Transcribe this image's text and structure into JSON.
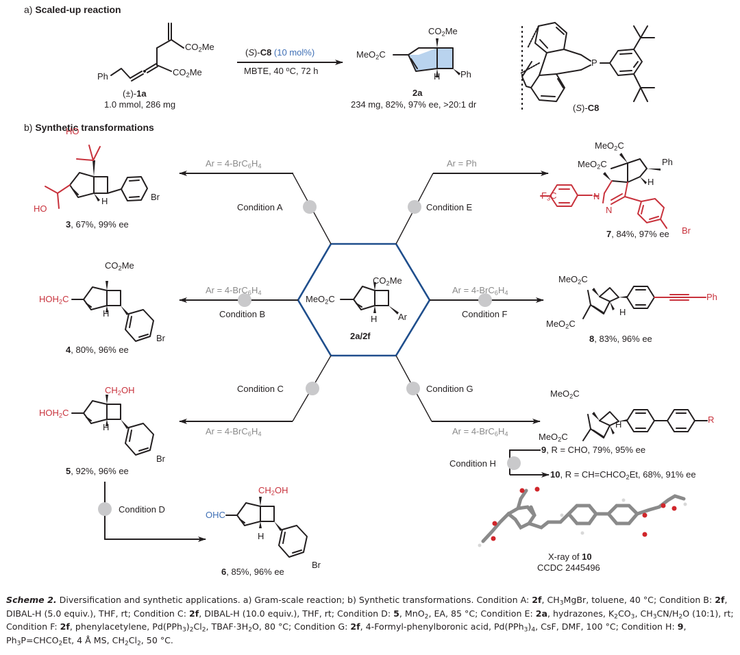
{
  "section_a": {
    "prefix": "a)",
    "title": "Scaled-up reaction",
    "substrate": {
      "name_prefix": "(±)-",
      "name_bold": "1a",
      "amount": "1.0 mmol, 286 mg",
      "groups": [
        "CO2Me",
        "CO2Me",
        "Ph"
      ]
    },
    "catalyst_line": {
      "pre": "(",
      "italic": "S",
      "mid": ")-",
      "bold": "C8",
      "colored": " (10 mol%)"
    },
    "conditions_line": "MBTE, 40 °C, 72 h",
    "product": {
      "name": "2a",
      "result": "234 mg, 82%, 97% ee, >20:1 dr",
      "groups": [
        "CO2Me",
        "MeO2C",
        "H",
        "Ph"
      ]
    },
    "ligand": {
      "pre": "(",
      "italic": "S",
      "mid": ")-",
      "bold": "C8",
      "atom": "P"
    }
  },
  "section_b": {
    "prefix": "b)",
    "title": "Synthetic transformations",
    "hub": {
      "name": "2a/2f",
      "groups": [
        "CO2Me",
        "MeO2C",
        "H",
        "Ar"
      ]
    },
    "branches": [
      {
        "id": "A",
        "label": "Condition A",
        "ar": "Ar = 4-BrC6H4"
      },
      {
        "id": "B",
        "label": "Condition B",
        "ar": "Ar = 4-BrC6H4"
      },
      {
        "id": "C",
        "label": "Condition C",
        "ar": "Ar = 4-BrC6H4"
      },
      {
        "id": "D",
        "label": "Condition D"
      },
      {
        "id": "E",
        "label": "Condition E",
        "ar": "Ar = Ph"
      },
      {
        "id": "F",
        "label": "Condition F",
        "ar": "Ar = 4-BrC6H4"
      },
      {
        "id": "G",
        "label": "Condition G",
        "ar": "Ar = 4-BrC6H4"
      },
      {
        "id": "H",
        "label": "Condition H"
      }
    ],
    "products": [
      {
        "num": "3",
        "result": ", 67%, 99% ee",
        "groups": [
          "HO",
          "HO",
          "H",
          "Br"
        ]
      },
      {
        "num": "4",
        "result": ", 80%, 96% ee",
        "groups": [
          "CO2Me",
          "HOH2C",
          "H",
          "Br"
        ]
      },
      {
        "num": "5",
        "result": ", 92%, 96% ee",
        "groups": [
          "CH2OH",
          "HOH2C",
          "H",
          "Br"
        ]
      },
      {
        "num": "6",
        "result": ", 85%, 96% ee",
        "groups": [
          "CH2OH",
          "OHC",
          "H",
          "Br"
        ]
      },
      {
        "num": "7",
        "result": ", 84%, 97% ee",
        "groups": [
          "MeO2C",
          "MeO2C",
          "Ph",
          "H",
          "F3C",
          "N",
          "N",
          "Br"
        ]
      },
      {
        "num": "8",
        "result": ", 83%, 96% ee",
        "groups": [
          "MeO2C",
          "MeO2C",
          "H",
          "Ph"
        ]
      },
      {
        "num": "9",
        "result": ", R = CHO, 79%, 95% ee",
        "groups": [
          "MeO2C",
          "MeO2C",
          "H",
          "R"
        ]
      },
      {
        "num": "10",
        "result_pre": ", R = CH=CHCO",
        "result_sub": "2",
        "result_post": "Et, 68%, 91% ee"
      }
    ],
    "xray": {
      "line1_pre": "X-ray of ",
      "line1_bold": "10",
      "line2": "CCDC 2445496"
    }
  },
  "caption": {
    "label": "Scheme 2.",
    "text": "Diversification and synthetic applications. a) Gram-scale reaction; b) Synthetic transformations. Condition A: 2f, CH3MgBr, toluene, 40 °C; Condition B: 2f, DIBAL-H (5.0 equiv.), THF, rt; Condition C: 2f, DIBAL-H (10.0 equiv.), THF, rt; Condition D: 5, MnO2, EA, 85 °C; Condition E: 2a, hydrazones, K2CO3, CH3CN/H2O (10:1), rt; Condition F: 2f, phenylacetylene, Pd(PPh3)2Cl2, TBAF·3H2O, 80 °C; Condition G: 2f, 4-Formyl-phenylboronic acid, Pd(PPh3)4, CsF, DMF, 100 °C; Condition H: 9, Ph3P=CHCO2Et, 4 Å MS, CH2Cl2, 50 °C."
  },
  "colors": {
    "hexagon": "#1f4e8c",
    "highlight_red": "#c8323c",
    "highlight_blue": "#3f6fb5",
    "ring_fill": "#b9d3ee",
    "node": "#c9c9cb",
    "ar_label": "#8a8a8a"
  }
}
